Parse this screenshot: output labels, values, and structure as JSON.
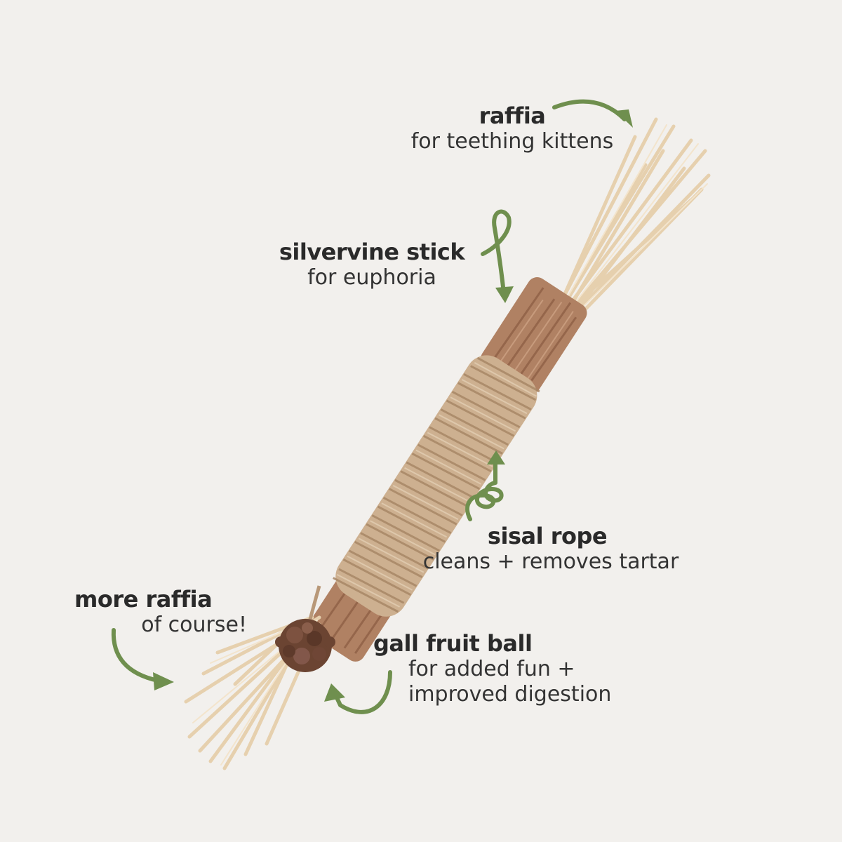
{
  "colors": {
    "background": "#f2f0ed",
    "accent_green": "#6f8f4e",
    "text": "#2b2b2b",
    "raffia": "#e8d3b4",
    "sisal": "#c7a785",
    "wood": "#a9795c",
    "gall": "#6b4432"
  },
  "callouts": {
    "raffia": {
      "title": "raffia",
      "subtitle": "for teething kittens",
      "arrow_icon": "curved-arrow-right-icon"
    },
    "silvervine": {
      "title": "silvervine stick",
      "subtitle": "for euphoria",
      "arrow_icon": "loop-arrow-down-icon"
    },
    "sisal": {
      "title": "sisal rope",
      "subtitle": "cleans + removes tartar",
      "arrow_icon": "spiral-arrow-up-icon"
    },
    "more_raffia": {
      "title": "more raffia",
      "subtitle": "of course!",
      "arrow_icon": "curved-arrow-down-right-icon"
    },
    "gall": {
      "title": "gall fruit ball",
      "subtitle_line1": "for added fun +",
      "subtitle_line2": "improved digestion",
      "arrow_icon": "curved-arrow-left-up-icon"
    }
  },
  "product": {
    "image": "silvervine-stick-toy-illustration"
  }
}
